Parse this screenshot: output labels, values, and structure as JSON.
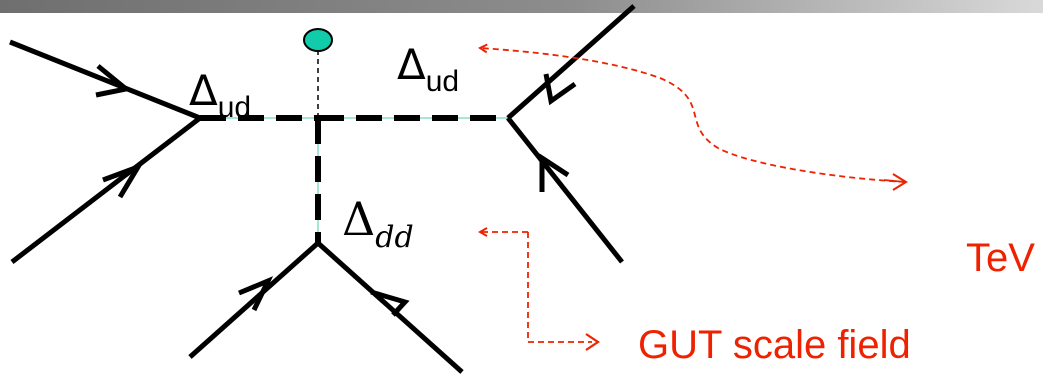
{
  "labels": {
    "delta_ud_left": {
      "symbol": "Δ",
      "subscript": "ud"
    },
    "delta_ud_right": {
      "symbol": "Δ",
      "subscript": "ud"
    },
    "delta_dd": {
      "symbol": "Δ",
      "subscript": "dd"
    }
  },
  "annotations": {
    "tev": "TeV",
    "gut_scale_field": "GUT scale field"
  },
  "colors": {
    "line": "#000000",
    "thin_link": "#88ddcc",
    "annotation": "#ee2200",
    "blob_fill": "#11ccaa"
  }
}
